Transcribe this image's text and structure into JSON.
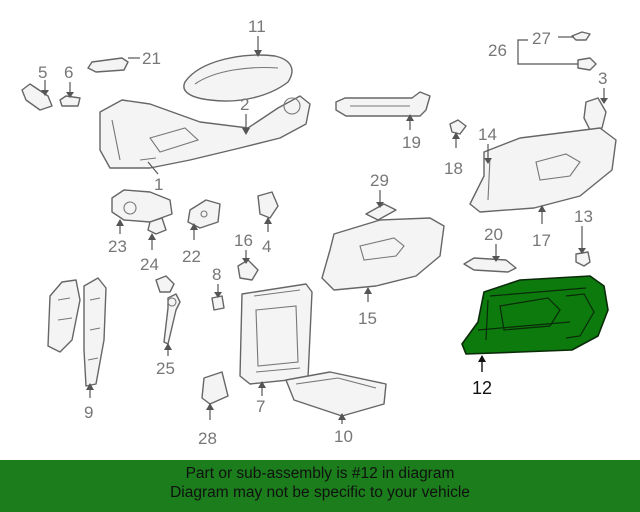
{
  "callouts": {
    "c1": "1",
    "c2": "2",
    "c3": "3",
    "c4": "4",
    "c5": "5",
    "c6": "6",
    "c7": "7",
    "c8": "8",
    "c9": "9",
    "c10": "10",
    "c11": "11",
    "c12": "12",
    "c13": "13",
    "c14": "14",
    "c15": "15",
    "c16": "16",
    "c17": "17",
    "c18": "18",
    "c19": "19",
    "c20": "20",
    "c21": "21",
    "c22": "22",
    "c23": "23",
    "c24": "24",
    "c25": "25",
    "c26": "26",
    "c27": "27",
    "c28": "28",
    "c29": "29"
  },
  "highlighted_part": "12",
  "colors": {
    "highlight": "#0c7a0c",
    "banner": "#1b7d1b"
  },
  "banner": {
    "line1": "Part or sub-assembly is #12 in diagram",
    "line2": "Diagram may not be specific to your vehicle"
  }
}
